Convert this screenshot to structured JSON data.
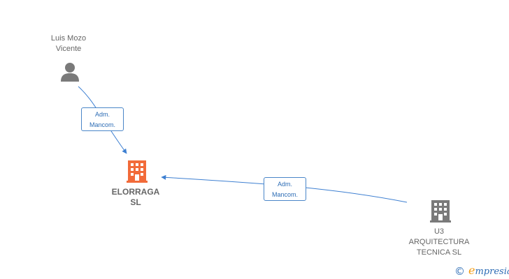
{
  "nodes": {
    "person": {
      "name": "Luis Mozo\nVicente",
      "icon": "person-icon"
    },
    "company_main": {
      "name": "ELORRAGA\nSL",
      "icon": "building-icon",
      "color": "#f26b3a"
    },
    "company_other": {
      "name": "U3\nARQUITECTURA\nTECNICA  SL",
      "icon": "building-icon",
      "color": "#7a7a7a"
    }
  },
  "edges": [
    {
      "from": "person",
      "to": "company_main",
      "label_line1": "Adm.",
      "label_line2": "Mancom."
    },
    {
      "from": "company_other",
      "to": "company_main",
      "label_line1": "Adm.",
      "label_line2": "Mancom."
    }
  ],
  "colors": {
    "edge": "#3d7fd1",
    "person_icon": "#7a7a7a"
  },
  "brand": {
    "copyright_symbol": "©",
    "e_letter": "e",
    "rest": "mpresia"
  }
}
